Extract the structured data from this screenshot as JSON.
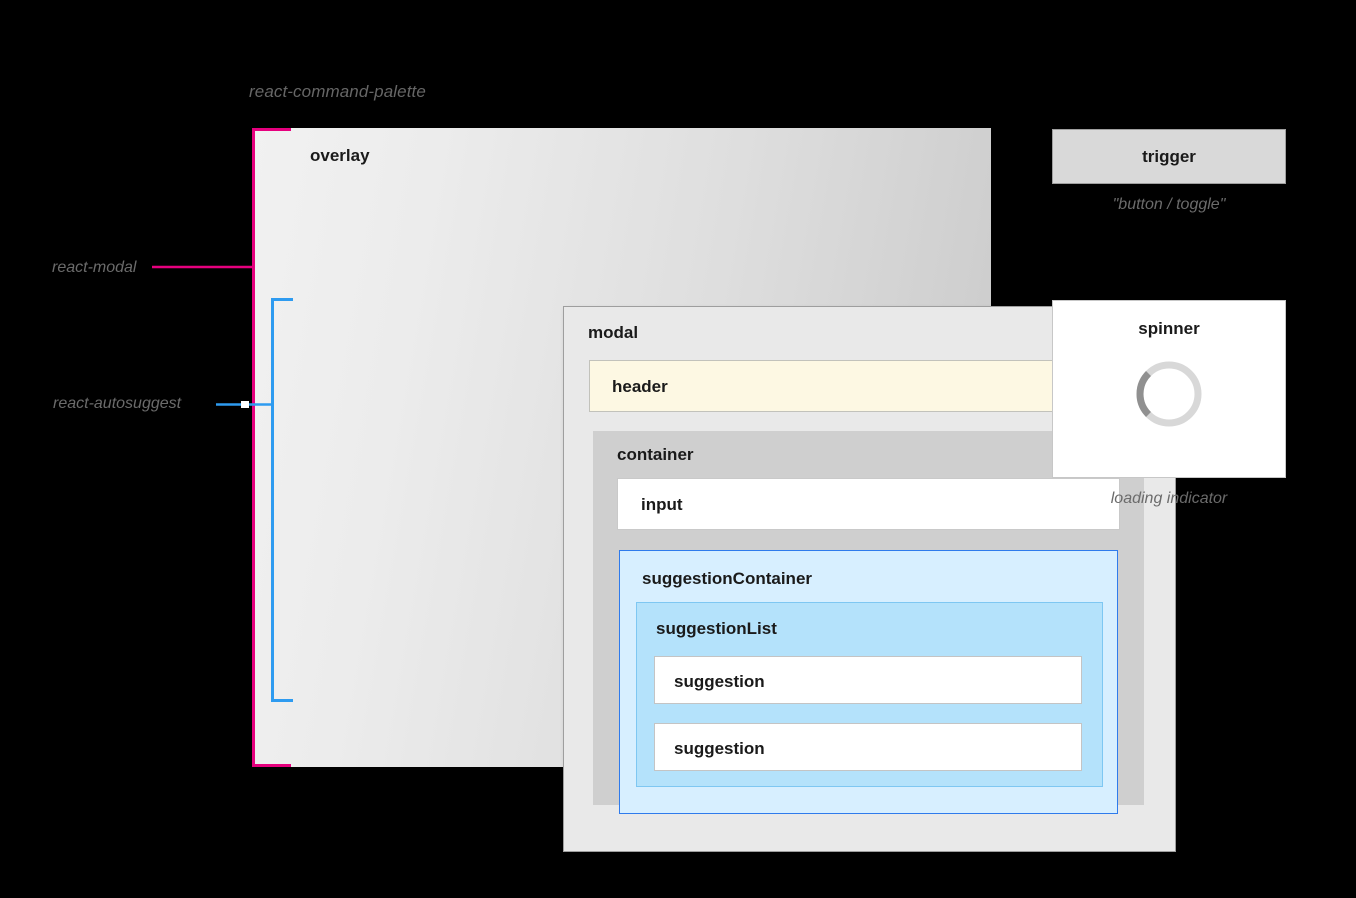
{
  "diagram": {
    "title": "react-command-palette",
    "background_color": "#000000"
  },
  "annotations": [
    {
      "id": "react-modal",
      "label": "react-modal",
      "color": "#e6007e",
      "covers": "overlay"
    },
    {
      "id": "react-autosuggest",
      "label": "react-autosuggest",
      "color": "#2e9bf0",
      "covers": "container"
    }
  ],
  "overlay": {
    "label": "overlay",
    "modal": {
      "label": "modal",
      "header": {
        "label": "header",
        "color": "#fdf8e3"
      },
      "container": {
        "label": "container",
        "input": {
          "label": "input"
        },
        "suggestionContainer": {
          "label": "suggestionContainer",
          "color": "#d7efff",
          "border_color": "#2f7bec",
          "suggestionList": {
            "label": "suggestionList",
            "color": "#b4e2fb",
            "suggestions": [
              {
                "label": "suggestion"
              },
              {
                "label": "suggestion"
              }
            ]
          }
        }
      }
    }
  },
  "side_panel": {
    "trigger": {
      "label": "trigger",
      "caption": "\"button / toggle\""
    },
    "spinner": {
      "label": "spinner",
      "caption": "loading indicator",
      "icon": "spinner-ring-icon",
      "track_color": "#d8d8d8",
      "arc_color": "#909090"
    }
  }
}
